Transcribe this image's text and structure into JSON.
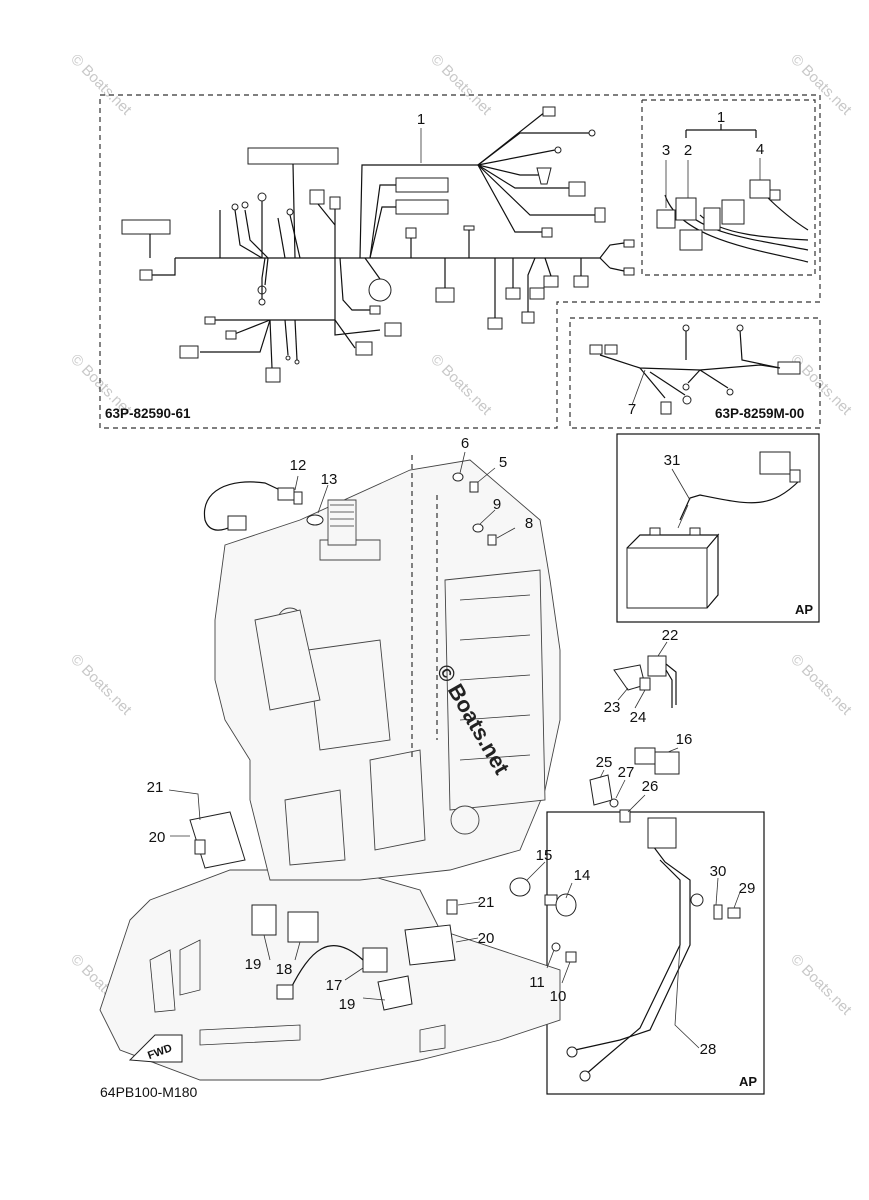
{
  "diagram": {
    "watermark": "© Boats.net",
    "center_watermark": "© Boats.net",
    "codes": {
      "harness_main": "63P-82590-61",
      "harness_sub": "63P-8259M-00",
      "figure_id": "64PB100-M180"
    },
    "ap_labels": [
      "AP",
      "AP"
    ],
    "fwd_label": "FWD",
    "callouts": {
      "c1a": "1",
      "c1b": "1",
      "c2": "2",
      "c3": "3",
      "c4": "4",
      "c5": "5",
      "c6": "6",
      "c7": "7",
      "c8": "8",
      "c9": "9",
      "c10": "10",
      "c11": "11",
      "c12": "12",
      "c13": "13",
      "c14": "14",
      "c15": "15",
      "c16": "16",
      "c17": "17",
      "c18": "18",
      "c19a": "19",
      "c19b": "19",
      "c20a": "20",
      "c20b": "20",
      "c21a": "21",
      "c21b": "21",
      "c22": "22",
      "c23": "23",
      "c24": "24",
      "c25": "25",
      "c26": "26",
      "c27": "27",
      "c28": "28",
      "c29": "29",
      "c30": "30",
      "c31": "31"
    }
  }
}
